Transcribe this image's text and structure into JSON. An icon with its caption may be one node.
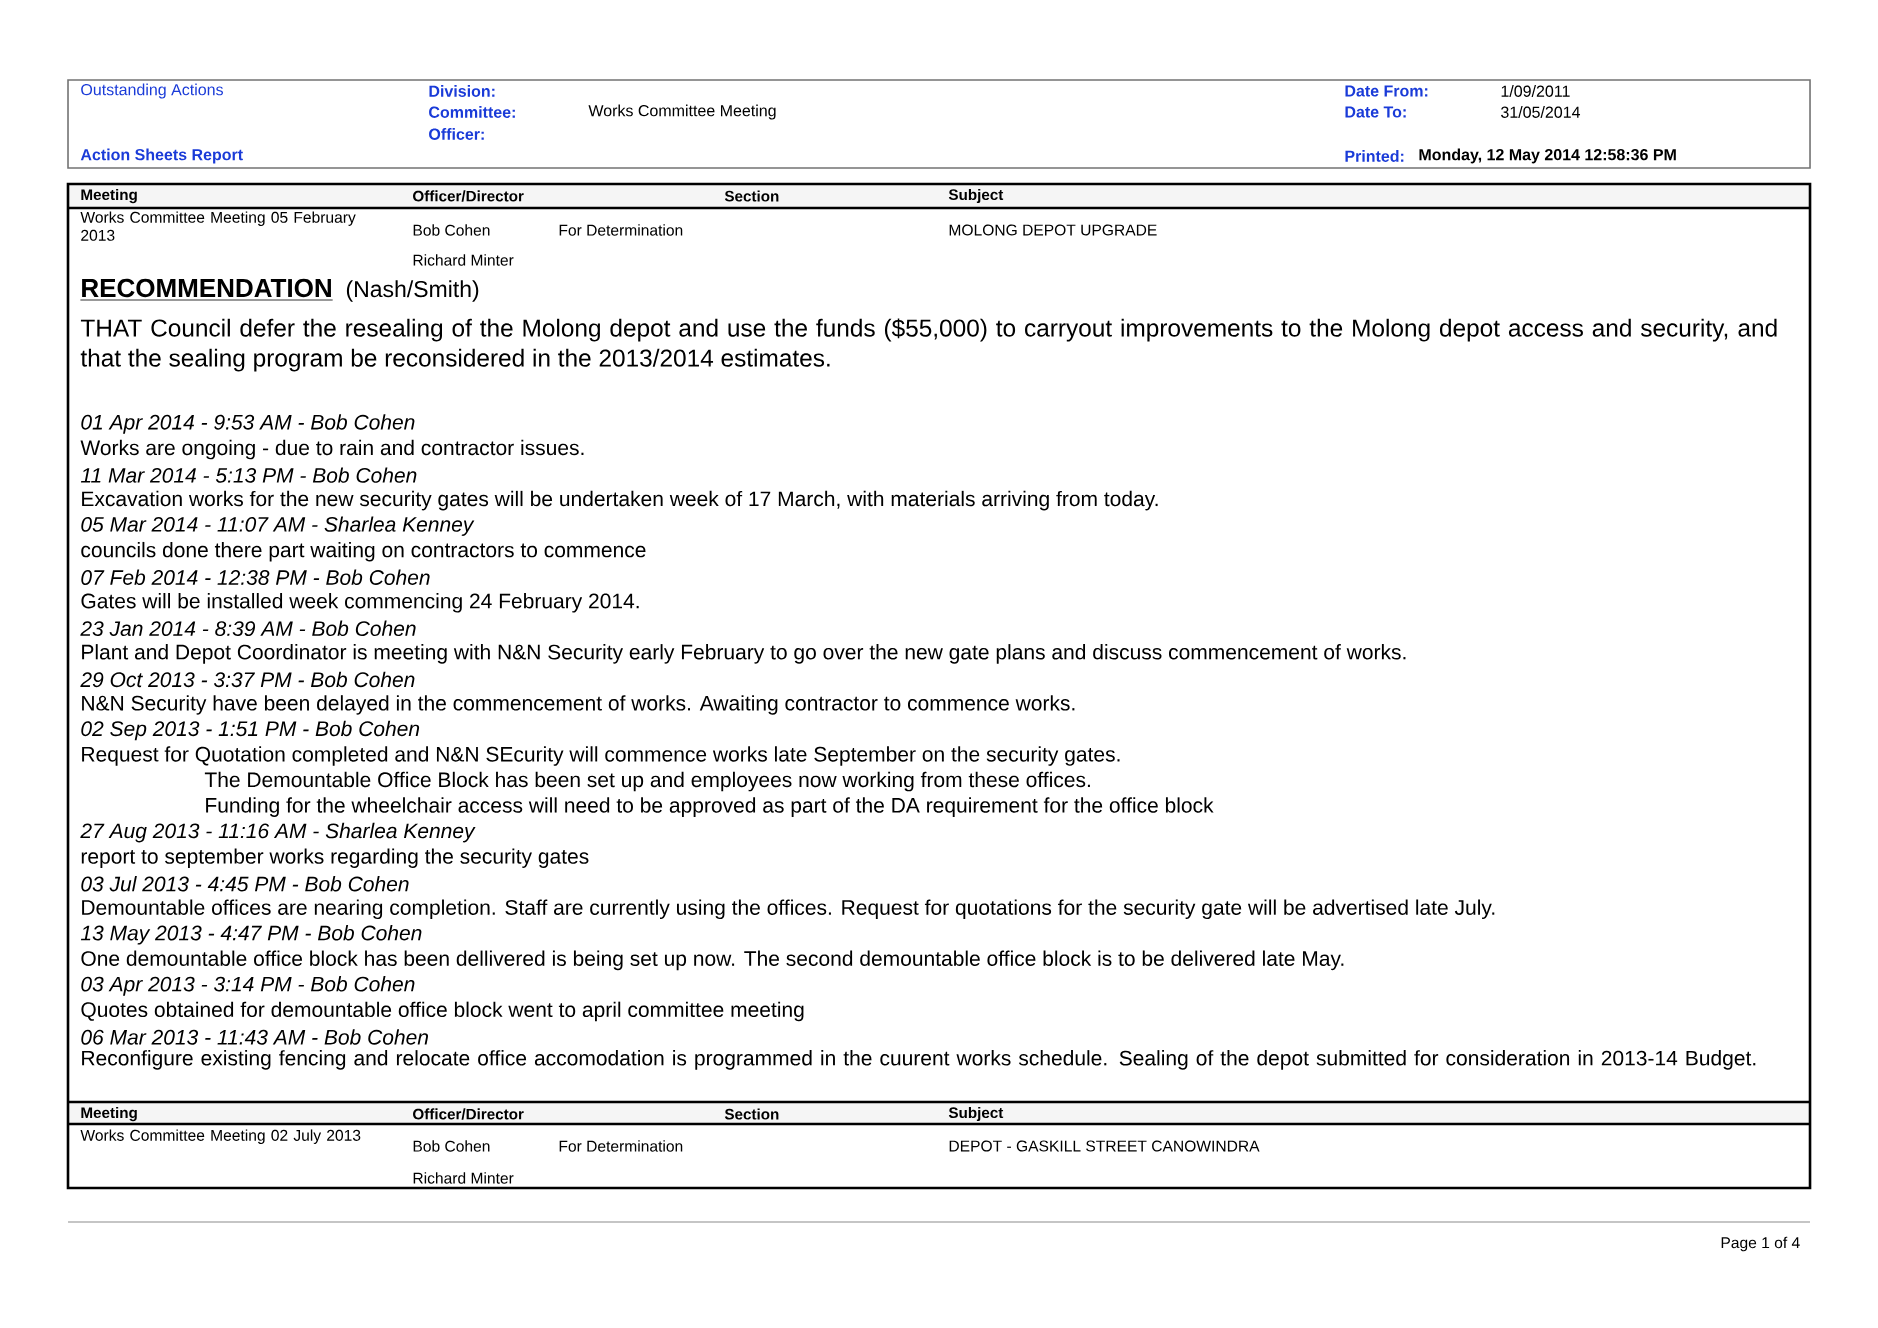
{
  "diagram": {
    "labels": [
      "Outstanding Actions",
      "Action Sheets Report",
      "Division:",
      "Committee:",
      "Officer:",
      "Works Committee Meeting",
      "Date From:",
      "1/09/2011",
      "Date To:",
      "31/05/2014",
      "Printed:",
      "Monday, 12 May 2014   12:58:36 PM",
      "Meeting",
      "Officer/Director",
      "Section",
      "Subject",
      "Works Committee Meeting 05 February 2013",
      "Bob Cohen",
      "For Determination",
      "MOLONG DEPOT UPGRADE",
      "Richard Minter",
      "RECOMMENDATION",
      "(Nash/Smith)",
      "THAT Council defer the resealing of the Molong depot and use the funds ($55,000) to carryout improvements to the Molong depot access and security, and that the sealing program be reconsidered in the 2013/2014 estimates.",
      "01 Apr 2014 - 9:53 AM - Bob Cohen",
      "Works are ongoing - due to rain and contractor issues.",
      "11 Mar 2014 - 5:13 PM - Bob Cohen",
      "Excavation works for the new security gates will be undertaken week of 17 March, with materials arriving from today.",
      "05 Mar 2014 - 11:07 AM - Sharlea Kenney",
      "councils done there part waiting on contractors to commence",
      "07 Feb 2014 - 12:38 PM - Bob Cohen",
      "Gates will be installed week commencing 24 February 2014.",
      "23 Jan 2014 - 8:39 AM - Bob Cohen",
      "Plant and Depot Coordinator is meeting with N&N Security early February  to go over the new gate plans and discuss commencement of works.",
      "29 Oct 2013 - 3:37 PM - Bob Cohen",
      "N&N Security have been delayed in the commencement of works.  Awaiting contractor to commence works.",
      "02 Sep 2013 - 1:51 PM - Bob Cohen",
      "Request for Quotation completed and N&N SEcurity will commence works late September on the security gates.",
      "The Demountable Office Block has been set up and employees now working from these offices.",
      "Funding for the wheelchair access will need to be approved as part of the DA requirement for the office block",
      "27 Aug 2013 - 11:16 AM - Sharlea Kenney",
      "report to september works regarding the security gates",
      "03 Jul 2013 - 4:45 PM - Bob Cohen",
      "Demountable offices are nearing completion.  Staff are currently using the offices.  Request for quotations for the security gate will be advertised late July.",
      "13 May 2013 - 4:47 PM - Bob Cohen",
      "One demountable office block has been dellivered is being set up now.  The second demountable office block is to be delivered late  May.",
      "03 Apr 2013 - 3:14 PM - Bob Cohen",
      "Quotes obtained for demountable office block went to april committee meeting",
      "06 Mar 2013 - 11:43 AM - Bob Cohen",
      "Reconfigure existing fencing and relocate office accomodation is programmed in the cuurent works schedule. Sealing of the depot submitted for consideration in 2013-14 Budget.",
      "Meeting",
      "Officer/Director",
      "Section",
      "Subject",
      "Works Committee Meeting 02 July 2013",
      "Bob Cohen",
      "For Determination",
      "DEPOT - GASKILL STREET CANOWINDRA",
      "Richard Minter",
      "Page 1 of 4"
    ]
  }
}
